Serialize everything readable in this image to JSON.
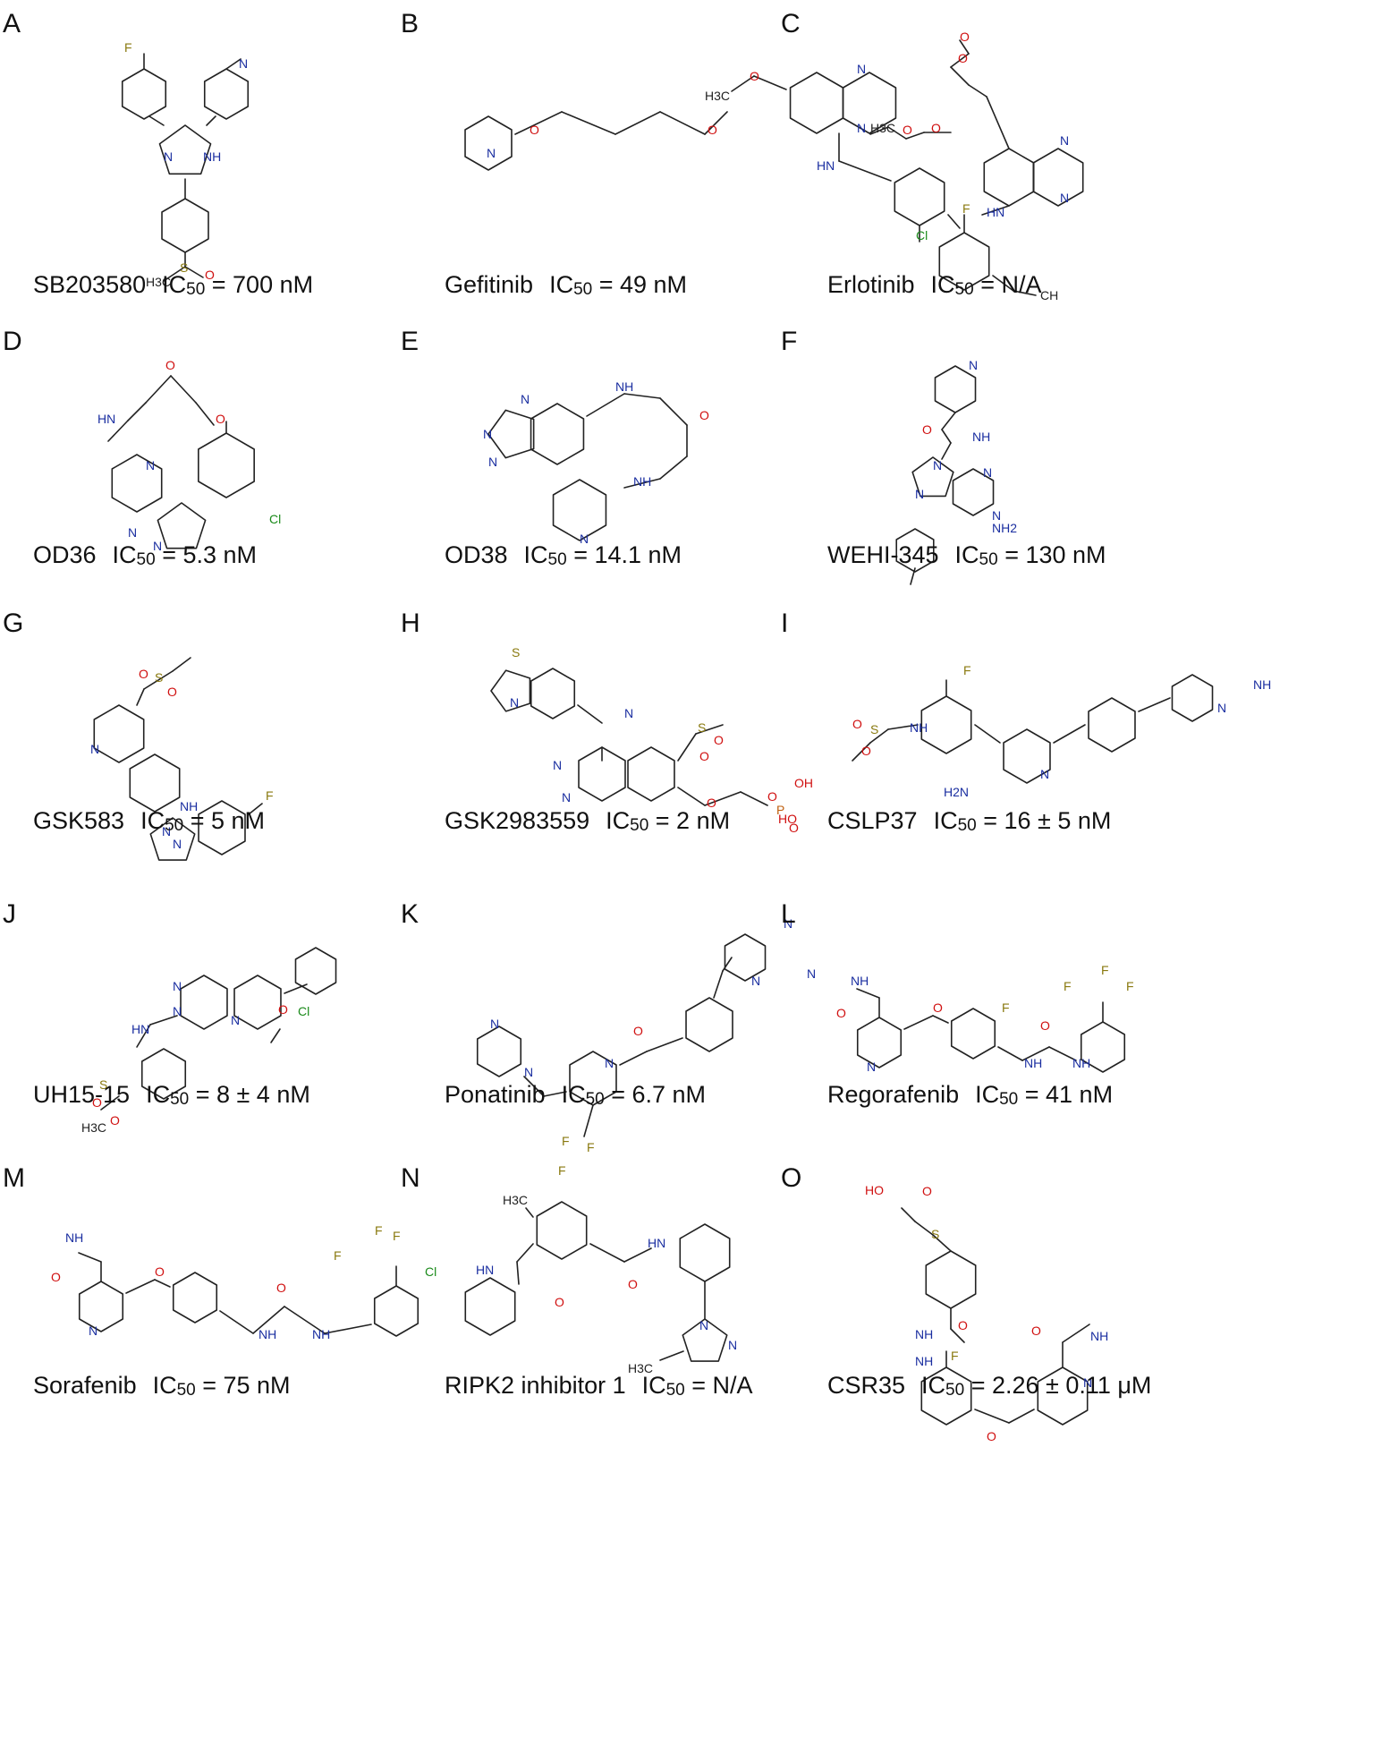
{
  "colors": {
    "bond": "#222222",
    "N": "#1a2ea0",
    "O": "#d01010",
    "F": "#8a7a10",
    "Cl": "#1a8a1a",
    "S": "#8a7a10",
    "P": "#c06010",
    "C": "#222222"
  },
  "panels": [
    {
      "letter": "A",
      "name": "SB203580",
      "ic_prefix": "IC",
      "ic_sub": "50",
      "ic_value": " = 700 nM"
    },
    {
      "letter": "B",
      "name": "Gefitinib",
      "ic_prefix": "IC",
      "ic_sub": "50",
      "ic_value": " = 49 nM"
    },
    {
      "letter": "C",
      "name": "Erlotinib",
      "ic_prefix": "IC",
      "ic_sub": "50",
      "ic_value": " = N/A"
    },
    {
      "letter": "D",
      "name": "OD36",
      "ic_prefix": "IC",
      "ic_sub": "50",
      "ic_value": " = 5.3 nM"
    },
    {
      "letter": "E",
      "name": "OD38",
      "ic_prefix": "IC",
      "ic_sub": "50",
      "ic_value": " = 14.1 nM"
    },
    {
      "letter": "F",
      "name": "WEHI-345",
      "ic_prefix": "IC",
      "ic_sub": "50",
      "ic_value": " = 130 nM"
    },
    {
      "letter": "G",
      "name": "GSK583",
      "ic_prefix": "IC",
      "ic_sub": "50",
      "ic_value": " = 5 nM"
    },
    {
      "letter": "H",
      "name": "GSK2983559",
      "ic_prefix": "IC",
      "ic_sub": "50",
      "ic_value": " = 2 nM"
    },
    {
      "letter": "I",
      "name": "CSLP37",
      "ic_prefix": "IC",
      "ic_sub": "50",
      "ic_value": " = 16 ± 5 nM"
    },
    {
      "letter": "J",
      "name": "UH15-15",
      "ic_prefix": "IC",
      "ic_sub": "50",
      "ic_value": " = 8 ± 4 nM"
    },
    {
      "letter": "K",
      "name": "Ponatinib",
      "ic_prefix": "IC",
      "ic_sub": "50",
      "ic_value": " = 6.7 nM"
    },
    {
      "letter": "L",
      "name": "Regorafenib",
      "ic_prefix": "IC",
      "ic_sub": "50",
      "ic_value": " = 41 nM"
    },
    {
      "letter": "M",
      "name": "Sorafenib",
      "ic_prefix": "IC",
      "ic_sub": "50",
      "ic_value": " = 75 nM"
    },
    {
      "letter": "N",
      "name": "RIPK2 inhibitor 1",
      "ic_prefix": "IC",
      "ic_sub": "50",
      "ic_value": " = N/A"
    },
    {
      "letter": "O",
      "name": "CSR35",
      "ic_prefix": "IC",
      "ic_sub": "50",
      "ic_value": " = 2.26 ± 0.11 μM"
    }
  ],
  "atom_labels": {
    "A": [
      "F",
      "N",
      "N",
      "NH",
      "H3C",
      "S",
      "O"
    ],
    "B": [
      "H3C",
      "O",
      "N",
      "N",
      "O",
      "N",
      "O",
      "HN",
      "F",
      "Cl"
    ],
    "C": [
      "O",
      "O",
      "H3C",
      "O",
      "O",
      "N",
      "N",
      "HN",
      "CH"
    ],
    "D": [
      "O",
      "HN",
      "O",
      "N",
      "N",
      "N",
      "Cl"
    ],
    "E": [
      "NH",
      "N",
      "O",
      "N",
      "N",
      "NH",
      "N"
    ],
    "F": [
      "N",
      "O",
      "NH",
      "N",
      "N",
      "N",
      "N",
      "NH2"
    ],
    "G": [
      "O",
      "S",
      "O",
      "N",
      "N",
      "N",
      "NH",
      "F"
    ],
    "H": [
      "S",
      "N",
      "N",
      "N",
      "N",
      "S",
      "O",
      "O",
      "O",
      "O",
      "P",
      "OH",
      "O",
      "HO"
    ],
    "I": [
      "F",
      "NH",
      "O",
      "S",
      "O",
      "N",
      "H2N",
      "N",
      "NH"
    ],
    "J": [
      "N",
      "N",
      "N",
      "O",
      "HN",
      "Cl",
      "S",
      "O",
      "O",
      "H3C"
    ],
    "K": [
      "N",
      "N",
      "N",
      "N",
      "N",
      "O",
      "N",
      "F",
      "F",
      "F"
    ],
    "L": [
      "NH",
      "O",
      "N",
      "O",
      "F",
      "F",
      "F",
      "F",
      "O",
      "NH",
      "NH"
    ],
    "M": [
      "NH",
      "O",
      "N",
      "O",
      "F",
      "F",
      "F",
      "Cl",
      "O",
      "NH",
      "NH"
    ],
    "N": [
      "H3C",
      "HN",
      "O",
      "O",
      "HN",
      "N",
      "H3C",
      "N"
    ],
    "O": [
      "HO",
      "O",
      "S",
      "NH",
      "O",
      "NH",
      "F",
      "O",
      "NH",
      "N",
      "O"
    ]
  }
}
